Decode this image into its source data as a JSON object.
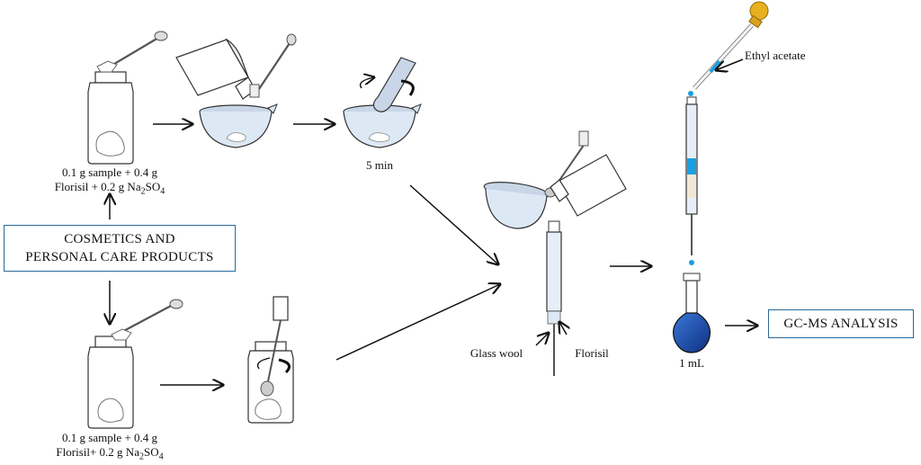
{
  "labels": {
    "top_mix_line1": "0.1 g sample + 0.4 g",
    "top_mix_line2_pre": "Florisil + 0.2 g Na",
    "bottom_mix_line1": "0.1 g sample + 0.4 g",
    "bottom_mix_line2_pre": "Florisil+ 0.2 g Na",
    "na2so4_sub2": "2",
    "na2so4_so": "SO",
    "na2so4_sub4": "4",
    "time": "5 min",
    "ethyl_acetate": "Ethyl acetate",
    "glass_wool": "Glass wool",
    "florisil": "Florisil",
    "volume": "1 mL"
  },
  "boxes": {
    "cosmetics_line1": "COSMETICS AND",
    "cosmetics_line2": "PERSONAL CARE PRODUCTS",
    "gcms": "GC-MS ANALYSIS"
  },
  "colors": {
    "box_border": "#2a6a9a",
    "glass_fill": "#e8eef8",
    "blue_liquid": "#1f4fb0",
    "cyan_solvent": "#1aa0e0",
    "dropper_bulb": "#e8b020",
    "mortar_fill": "#dde8f5"
  }
}
